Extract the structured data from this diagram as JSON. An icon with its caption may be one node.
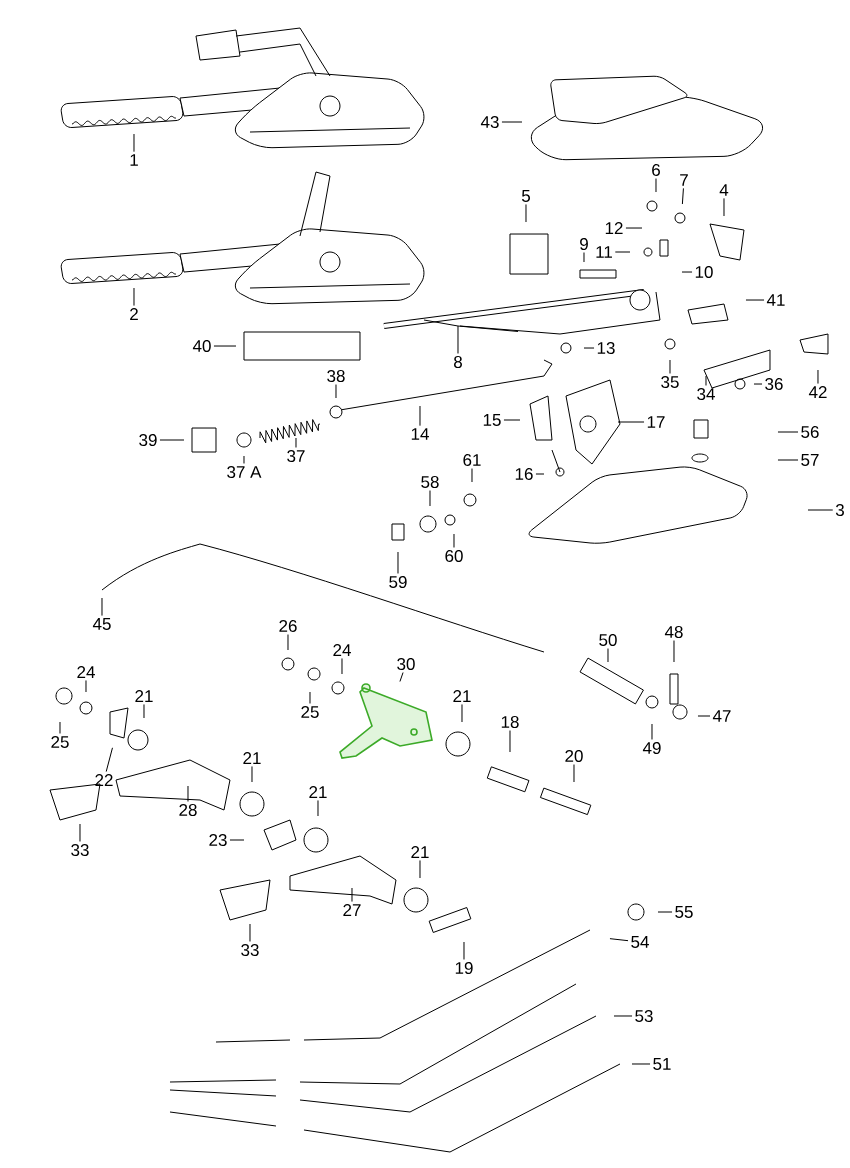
{
  "diagram": {
    "nodes": [
      {
        "text": [
          "1"
        ]
      },
      {
        "text": [
          "2"
        ]
      },
      {
        "text": [
          "43"
        ]
      },
      {
        "text": [
          "5"
        ]
      },
      {
        "text": [
          "6"
        ]
      },
      {
        "text": [
          "7"
        ]
      },
      {
        "text": [
          "4"
        ]
      },
      {
        "text": [
          "12"
        ]
      },
      {
        "text": [
          "9"
        ]
      },
      {
        "text": [
          "11"
        ]
      },
      {
        "text": [
          "10"
        ]
      },
      {
        "text": [
          "41"
        ]
      },
      {
        "text": [
          "40"
        ]
      },
      {
        "text": [
          "8"
        ]
      },
      {
        "text": [
          "13"
        ]
      },
      {
        "text": [
          "35"
        ]
      },
      {
        "text": [
          "34"
        ]
      },
      {
        "text": [
          "36"
        ]
      },
      {
        "text": [
          "42"
        ]
      },
      {
        "text": [
          "38"
        ]
      },
      {
        "text": [
          "39"
        ]
      },
      {
        "text": [
          "37 A"
        ]
      },
      {
        "text": [
          "37"
        ]
      },
      {
        "text": [
          "14"
        ]
      },
      {
        "text": [
          "15"
        ]
      },
      {
        "text": [
          "17"
        ]
      },
      {
        "text": [
          "16"
        ]
      },
      {
        "text": [
          "56"
        ]
      },
      {
        "text": [
          "57"
        ]
      },
      {
        "text": [
          "3"
        ]
      },
      {
        "text": [
          "61"
        ]
      },
      {
        "text": [
          "58"
        ]
      },
      {
        "text": [
          "60"
        ]
      },
      {
        "text": [
          "59"
        ]
      },
      {
        "text": [
          "45"
        ]
      },
      {
        "text": [
          "26"
        ]
      },
      {
        "text": [
          "24"
        ]
      },
      {
        "text": [
          "25"
        ]
      },
      {
        "text": [
          "30"
        ]
      },
      {
        "text": [
          "50"
        ]
      },
      {
        "text": [
          "48"
        ]
      },
      {
        "text": [
          "47"
        ]
      },
      {
        "text": [
          "49"
        ]
      },
      {
        "text": [
          "24"
        ]
      },
      {
        "text": [
          "21"
        ]
      },
      {
        "text": [
          "25"
        ]
      },
      {
        "text": [
          "22"
        ]
      },
      {
        "text": [
          "21"
        ]
      },
      {
        "text": [
          "18"
        ]
      },
      {
        "text": [
          "20"
        ]
      },
      {
        "text": [
          "21"
        ]
      },
      {
        "text": [
          "28"
        ]
      },
      {
        "text": [
          "21"
        ]
      },
      {
        "text": [
          "23"
        ]
      },
      {
        "text": [
          "33"
        ]
      },
      {
        "text": [
          "21"
        ]
      },
      {
        "text": [
          "27"
        ]
      },
      {
        "text": [
          "33"
        ]
      },
      {
        "text": [
          "19"
        ]
      },
      {
        "text": [
          "55"
        ]
      },
      {
        "text": [
          "54"
        ]
      },
      {
        "text": [
          "53"
        ]
      },
      {
        "text": [
          "51"
        ]
      },
      {
        "text": [],
        "shape": "picture"
      }
    ],
    "edges": [
      {
        "from": 0,
        "to": null,
        "arrow": "none"
      },
      {
        "from": 1,
        "to": null,
        "arrow": "none"
      },
      {
        "from": 2,
        "to": null,
        "arrow": "none"
      },
      {
        "from": 3,
        "to": null,
        "arrow": "none"
      },
      {
        "from": 4,
        "to": null,
        "arrow": "none"
      },
      {
        "from": 5,
        "to": null,
        "arrow": "none"
      },
      {
        "from": 6,
        "to": null,
        "arrow": "none"
      },
      {
        "from": 7,
        "to": null,
        "arrow": "none"
      },
      {
        "from": 8,
        "to": null,
        "arrow": "none"
      },
      {
        "from": 9,
        "to": null,
        "arrow": "none"
      },
      {
        "from": 10,
        "to": null,
        "arrow": "none"
      },
      {
        "from": 11,
        "to": null,
        "arrow": "none"
      },
      {
        "from": 12,
        "to": null,
        "arrow": "none"
      },
      {
        "from": 13,
        "to": null,
        "arrow": "none"
      },
      {
        "from": 14,
        "to": null,
        "arrow": "none"
      },
      {
        "from": 15,
        "to": null,
        "arrow": "none"
      },
      {
        "from": 16,
        "to": null,
        "arrow": "none"
      },
      {
        "from": 17,
        "to": null,
        "arrow": "none"
      },
      {
        "from": 18,
        "to": null,
        "arrow": "none"
      },
      {
        "from": 19,
        "to": null,
        "arrow": "none"
      },
      {
        "from": 20,
        "to": null,
        "arrow": "none"
      },
      {
        "from": 21,
        "to": null,
        "arrow": "none"
      },
      {
        "from": 22,
        "to": null,
        "arrow": "none"
      },
      {
        "from": 23,
        "to": null,
        "arrow": "none"
      },
      {
        "from": 24,
        "to": null,
        "arrow": "none"
      },
      {
        "from": 25,
        "to": null,
        "arrow": "none"
      },
      {
        "from": 26,
        "to": null,
        "arrow": "none"
      },
      {
        "from": 27,
        "to": null,
        "arrow": "none"
      },
      {
        "from": 28,
        "to": null,
        "arrow": "none"
      },
      {
        "from": 29,
        "to": null,
        "arrow": "none"
      },
      {
        "from": 30,
        "to": null,
        "arrow": "none"
      },
      {
        "from": 31,
        "to": null,
        "arrow": "none"
      },
      {
        "from": 32,
        "to": null,
        "arrow": "none"
      },
      {
        "from": 33,
        "to": null,
        "arrow": "none"
      },
      {
        "from": 34,
        "to": null,
        "arrow": "none"
      },
      {
        "from": 35,
        "to": null,
        "arrow": "none"
      },
      {
        "from": 36,
        "to": null,
        "arrow": "none"
      },
      {
        "from": 37,
        "to": null,
        "arrow": "none"
      },
      {
        "from": 38,
        "to": 63,
        "arrow": "none"
      },
      {
        "from": 39,
        "to": null,
        "arrow": "none"
      },
      {
        "from": 40,
        "to": null,
        "arrow": "none"
      },
      {
        "from": 41,
        "to": null,
        "arrow": "none"
      },
      {
        "from": 42,
        "to": null,
        "arrow": "none"
      },
      {
        "from": 43,
        "to": null,
        "arrow": "none"
      },
      {
        "from": 44,
        "to": null,
        "arrow": "none"
      },
      {
        "from": 45,
        "to": null,
        "arrow": "none"
      },
      {
        "from": 46,
        "to": null,
        "arrow": "none"
      },
      {
        "from": 47,
        "to": null,
        "arrow": "none"
      },
      {
        "from": 48,
        "to": null,
        "arrow": "none"
      },
      {
        "from": 49,
        "to": null,
        "arrow": "none"
      },
      {
        "from": 50,
        "to": null,
        "arrow": "none"
      },
      {
        "from": 51,
        "to": null,
        "arrow": "none"
      },
      {
        "from": 52,
        "to": null,
        "arrow": "none"
      },
      {
        "from": 53,
        "to": null,
        "arrow": "none"
      },
      {
        "from": 54,
        "to": null,
        "arrow": "none"
      },
      {
        "from": 55,
        "to": null,
        "arrow": "none"
      },
      {
        "from": 56,
        "to": null,
        "arrow": "none"
      },
      {
        "from": 57,
        "to": null,
        "arrow": "none"
      },
      {
        "from": 58,
        "to": null,
        "arrow": "none"
      },
      {
        "from": 59,
        "to": null,
        "arrow": "none"
      },
      {
        "from": 60,
        "to": null,
        "arrow": "none"
      },
      {
        "from": 61,
        "to": null,
        "arrow": "none"
      },
      {
        "from": 62,
        "to": null,
        "arrow": "none"
      }
    ]
  }
}
